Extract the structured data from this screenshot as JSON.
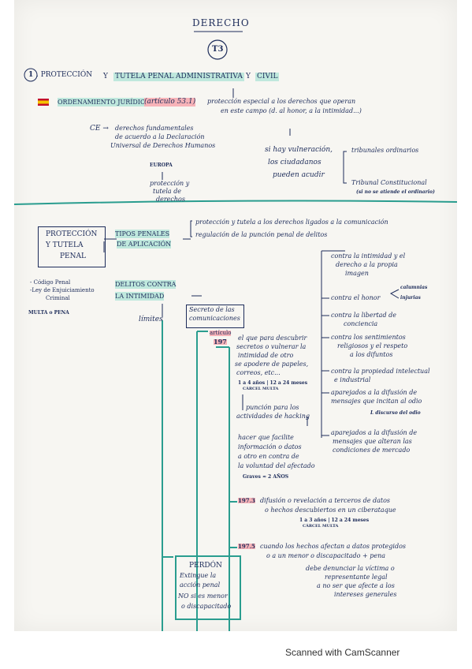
{
  "header": {
    "title": "DERECHO",
    "badge": "T3"
  },
  "section1": {
    "num": "1",
    "title_a": ". PROTECCIÓN",
    "title_y": "Y",
    "title_b": "TUTELA PENAL",
    "title_c": "ADMINISTRATIVA",
    "title_y2": "Y",
    "title_d": "CIVIL"
  },
  "ordenamiento": {
    "label": "ORDENAMIENTO JURÍDICO",
    "article": "(artículo 53.1)",
    "arrow_text_1": "protección especial a los derechos que operan",
    "arrow_text_2": "en este campo (d. al honor, a la intimidad...)"
  },
  "ce": {
    "label": "CE →",
    "lines": [
      "derechos fundamentales",
      "de acuerdo a la Declaración",
      "Universal de Derechos Humanos"
    ],
    "europa": "EUROPA",
    "prot": [
      "protección y",
      "tutela de",
      "derechos"
    ]
  },
  "vulneracion": {
    "lines": [
      "si hay vulneración,",
      "los ciudadanos",
      "pueden acudir"
    ],
    "tribunales": "tribunales ordinarios",
    "tc": "Tribunal Constitucional",
    "tc_note": "(si no se atiende el ordinario)"
  },
  "left": {
    "box": [
      "PROTECCIÓN",
      "Y TUTELA",
      "PENAL"
    ],
    "items": [
      "- Código Penal",
      "-Ley de Enjuiciamiento",
      "Criminal"
    ],
    "multa": "MULTA o PENA"
  },
  "tipos": {
    "label_1": "TIPOS PENALES",
    "label_2": "DE APLICACIÓN",
    "line_1": "protección y tutela a los derechos ligados a la comunicación",
    "line_2": "regulación de la punción penal de delitos"
  },
  "delitos": {
    "label_1": "DELITOS CONTRA",
    "label_2": "LA INTIMIDAD",
    "limites": "límites"
  },
  "contra": [
    [
      "contra la intimidad y el",
      "derecho a la propia",
      "imagen"
    ],
    [
      "contra el honor"
    ],
    [
      "contra la libertad de",
      "conciencia"
    ],
    [
      "contra los sentimientos",
      "religiosos y el respeto",
      "a los difuntos"
    ],
    [
      "contra la propiedad intelectual",
      "e industrial"
    ],
    [
      "aparejados a la difusión de",
      "mensajes que incitan al odio"
    ],
    [
      "aparejados a la difusión de",
      "mensajes que alteran las",
      "condiciones de mercado"
    ]
  ],
  "calumnias": "calumnias",
  "injurias": "injurias",
  "discurso": "L discurso del odio",
  "secreto": {
    "box": [
      "Secreto de las",
      "comunicaciones"
    ],
    "articulo": "artículo",
    "num": "197",
    "desc": [
      "el que para descubrir",
      "secretos o vulnerar la",
      "intimidad de otro",
      "se apodere de papeles,",
      "correos, etc..."
    ],
    "pena_a": "1 a 4 años | 12 a 24 meses",
    "pena_b": "CÁRCEL            MULTA",
    "puncion": [
      "punción para los",
      "actividades de hacking"
    ],
    "hacer": [
      "hacer que facilite",
      "información o datos",
      "a otro en contra de",
      "la voluntad del afectado"
    ],
    "graves": "Graves ≈ 2 AÑOS"
  },
  "art1973": {
    "num": "197.3",
    "lines": [
      "difusión o revelación a terceros de datos",
      "o hechos descubiertos en un ciberataque"
    ],
    "pena_a": "1 a 3 años | 12 a 24 meses",
    "pena_b": "CÁRCEL          MULTA"
  },
  "art1975": {
    "num": "197.5",
    "lines": [
      "cuando los hechos afectan a datos protegidos",
      "o a un menor o discapacitado + pena"
    ],
    "note": [
      "debe denunciar la víctima o",
      "representante legal",
      "a no ser que afecte a los",
      "intereses generales"
    ]
  },
  "perdon": {
    "title": "PERDÓN",
    "lines": [
      "Extingue la",
      "acción penal",
      "NO si es menor",
      "o discapacitado"
    ]
  },
  "footer": "Scanned with CamScanner",
  "colors": {
    "teal": "#0f8a8a",
    "ink": "#1d2c5a",
    "pink": "#f7b3b8",
    "mint": "#bfe8dd"
  }
}
